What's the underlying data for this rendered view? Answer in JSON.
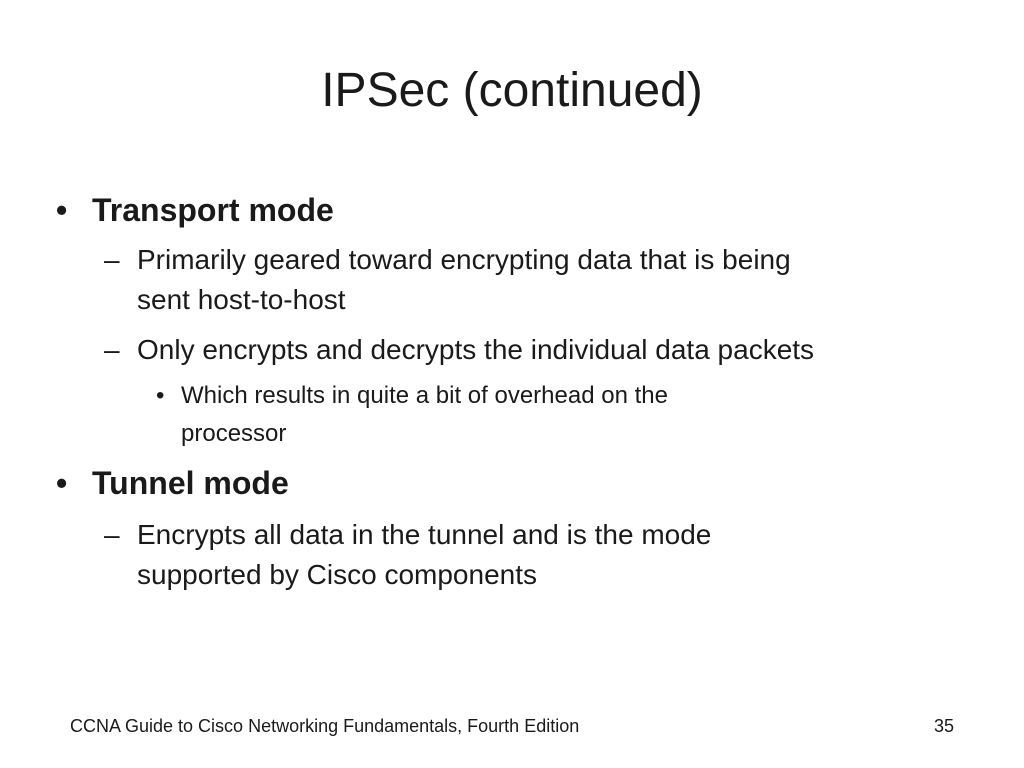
{
  "slide": {
    "title": "IPSec (continued)",
    "bullets": [
      {
        "marker": "•",
        "text": "Transport mode",
        "sub": [
          {
            "marker": "–",
            "lines": [
              "Primarily geared toward encrypting data that is being",
              "sent host-to-host"
            ]
          },
          {
            "marker": "–",
            "lines": [
              "Only encrypts and decrypts the individual data packets"
            ],
            "sub": [
              {
                "marker": "•",
                "lines": [
                  "Which results in quite a bit of overhead on the",
                  "processor"
                ]
              }
            ]
          }
        ]
      },
      {
        "marker": "•",
        "text": "Tunnel mode",
        "sub": [
          {
            "marker": "–",
            "lines": [
              "Encrypts all data in the tunnel and is the mode",
              "supported by Cisco components"
            ]
          }
        ]
      }
    ]
  },
  "footer": {
    "book": "CCNA Guide to Cisco Networking Fundamentals, Fourth Edition",
    "page_number": "35"
  }
}
